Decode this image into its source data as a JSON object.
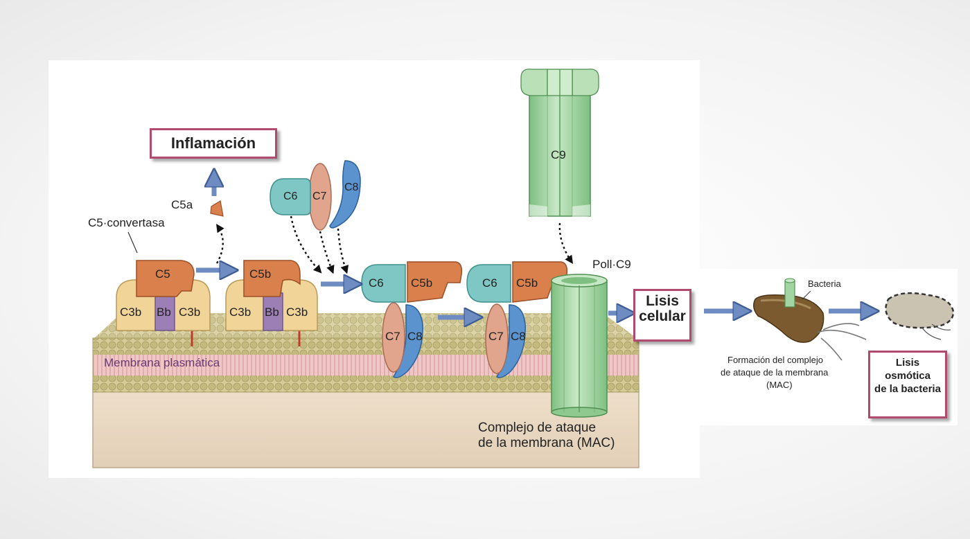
{
  "labels": {
    "inflammation": "Inflamación",
    "c5a": "C5a",
    "c5_convertase": "C5·convertasa",
    "c5": "C5",
    "c5b": "C5b",
    "c3b": "C3b",
    "bb": "Bb",
    "c6": "C6",
    "c7": "C7",
    "c8": "C8",
    "c9": "C9",
    "poly_c9": "Poll·C9",
    "plasma_membrane": "Membrana plasmática",
    "mac_line1": "Complejo de ataque",
    "mac_line2": "de la membrana (MAC)",
    "cell_lysis_line1": "Lisis",
    "cell_lysis_line2": "celular",
    "bacteria": "Bacteria",
    "mac_formation_line1": "Formación del complejo",
    "mac_formation_line2": "de ataque de la membrana",
    "mac_formation_line3": "(MAC)",
    "osmotic_lysis_line1": "Lisis",
    "osmotic_lysis_line2": "osmótica",
    "osmotic_lysis_line3": "de la bacteria"
  },
  "colors": {
    "c5_orange": "#d9804c",
    "c3b_tan": "#f1d497",
    "bb_purple": "#9c7fb5",
    "c6_teal": "#7fc7c4",
    "c7_salmon": "#e1a48c",
    "c8_blue": "#5b93cf",
    "c9_green": "#a3d5a3",
    "arrow_blue": "#6f8cc2",
    "box_border": "#b04a6e",
    "membrane_bead": "#cbc189",
    "cytoplasm": "#ecdcc8"
  }
}
